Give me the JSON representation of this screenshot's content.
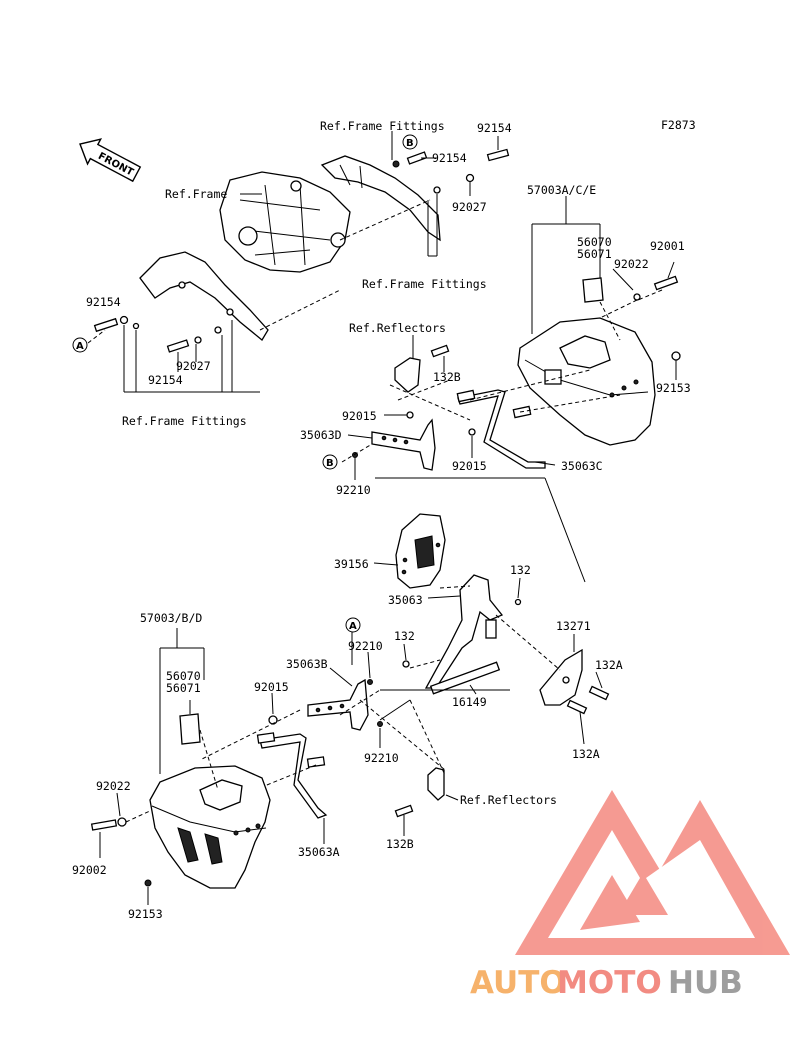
{
  "figure_id": "F2873",
  "front_label": "FRONT",
  "callouts": {
    "a": "A",
    "b": "B"
  },
  "labels": {
    "ref_frame_fittings_top": "Ref.Frame Fittings",
    "p92154_top_right": "92154",
    "p92154_b": "92154",
    "ref_frame": "Ref.Frame",
    "p92027_right": "92027",
    "ref_frame_fittings_mid": "Ref.Frame Fittings",
    "p57003ace": "57003A/C/E",
    "p56070_top": "56070",
    "p56071_top": "56071",
    "p92001": "92001",
    "p92022_top": "92022",
    "p92154_left": "92154",
    "p92027_left": "92027",
    "p92154_bottom_left": "92154",
    "ref_frame_fittings_bottom": "Ref.Frame Fittings",
    "ref_reflectors_top": "Ref.Reflectors",
    "p132b_top": "132B",
    "p92015_top": "92015",
    "p35063d": "35063D",
    "p92015_mid": "92015",
    "p35063c": "35063C",
    "p92153_top": "92153",
    "p92210_top": "92210",
    "p39156": "39156",
    "p132_right": "132",
    "p35063": "35063",
    "p13271": "13271",
    "p57003bd": "57003/B/D",
    "p132_left": "132",
    "p132a_right": "132A",
    "p35063b": "35063B",
    "p92210_mid": "92210",
    "p56070_bottom": "56070",
    "p56071_bottom": "56071",
    "p92015_bottom": "92015",
    "p16149": "16149",
    "p132a_bottom": "132A",
    "p92210_bottom": "92210",
    "p92022_bottom": "92022",
    "ref_reflectors_bottom": "Ref.Reflectors",
    "p92002": "92002",
    "p132b_bottom": "132B",
    "p35063a": "35063A",
    "p92153_bottom": "92153"
  },
  "watermark": {
    "part1": "AUTO",
    "part2": "MOTO",
    "part3": "HUB",
    "colors": {
      "auto": "#f6b26b",
      "moto": "#f28b82",
      "hub": "#9e9e9e",
      "logo": "#f4897f"
    }
  }
}
